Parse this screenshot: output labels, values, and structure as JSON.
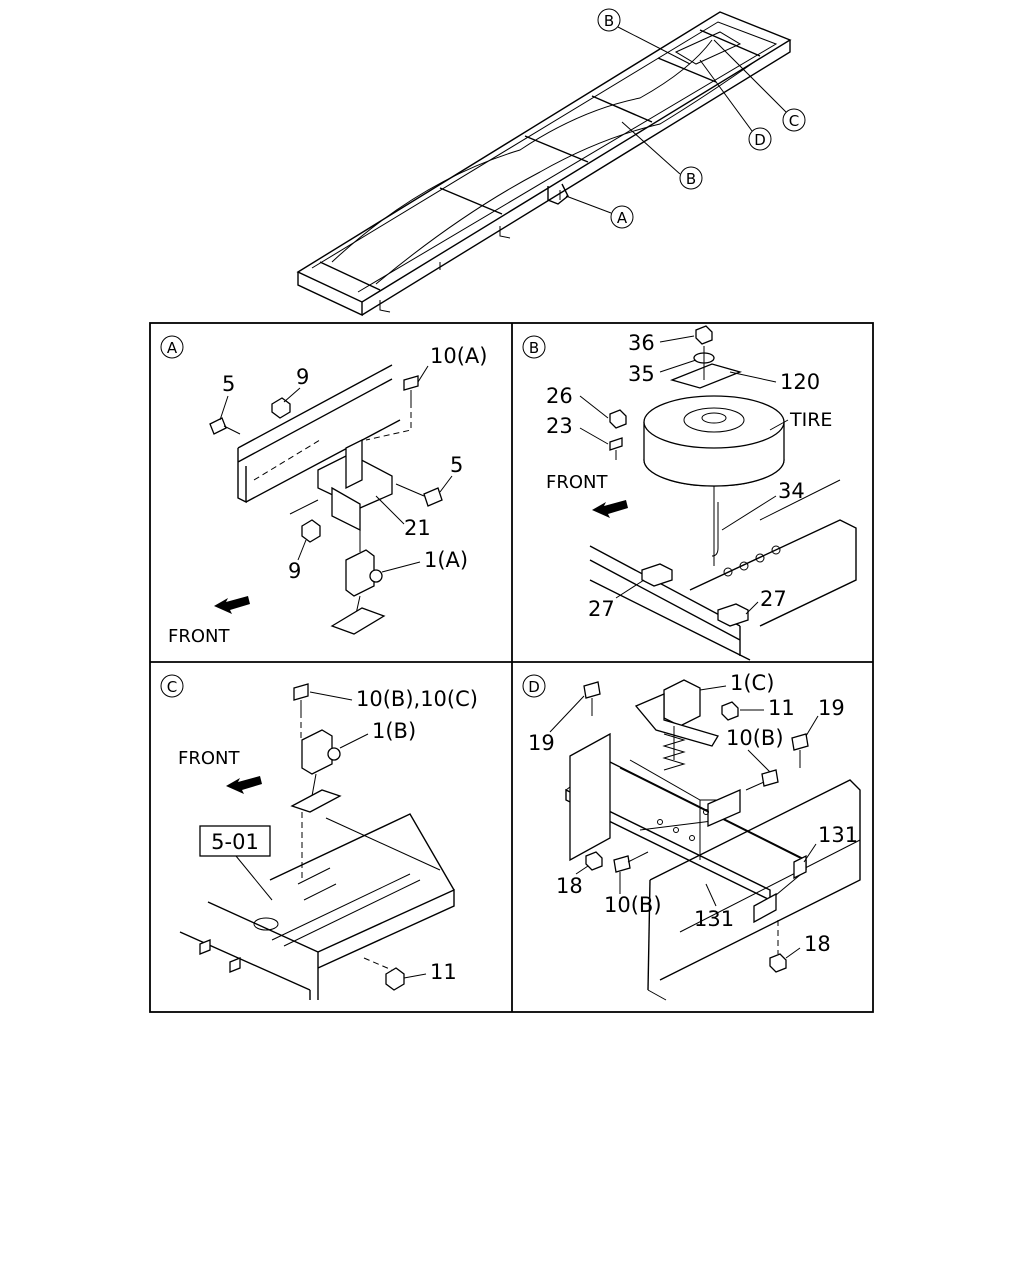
{
  "overview": {
    "callouts": [
      "B",
      "C",
      "D",
      "B",
      "A"
    ]
  },
  "panel_a": {
    "id": "A",
    "labels": [
      "10(A)",
      "5",
      "9",
      "5",
      "21",
      "9",
      "1(A)"
    ],
    "front": "FRONT"
  },
  "panel_b": {
    "id": "B",
    "labels": [
      "36",
      "35",
      "120",
      "26",
      "23",
      "TIRE",
      "34",
      "27",
      "27"
    ],
    "front": "FRONT"
  },
  "panel_c": {
    "id": "C",
    "labels": [
      "10(B),10(C)",
      "1(B)",
      "11"
    ],
    "front": "FRONT",
    "ref_box": "5-01"
  },
  "panel_d": {
    "id": "D",
    "labels": [
      "1(C)",
      "11",
      "19",
      "19",
      "10(B)",
      "131",
      "18",
      "10(B)",
      "131",
      "18"
    ]
  }
}
